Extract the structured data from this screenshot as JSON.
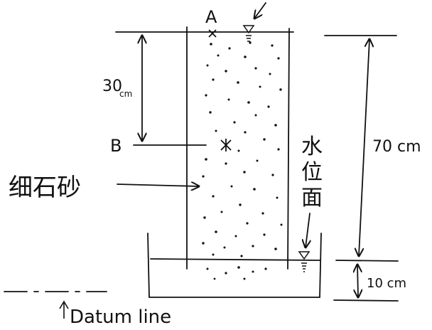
{
  "labels": {
    "point_a": "A",
    "point_b": "B",
    "depth_ab": "30",
    "depth_ab_unit": "cm",
    "sand": "细石砂",
    "water_surface_char1": "水",
    "water_surface_char2": "位",
    "water_surface_char3": "面",
    "column_height": "70 cm",
    "base_height": "10 cm",
    "datum": "Datum line"
  },
  "colors": {
    "ink": "#111111",
    "paper": "#ffffff"
  }
}
